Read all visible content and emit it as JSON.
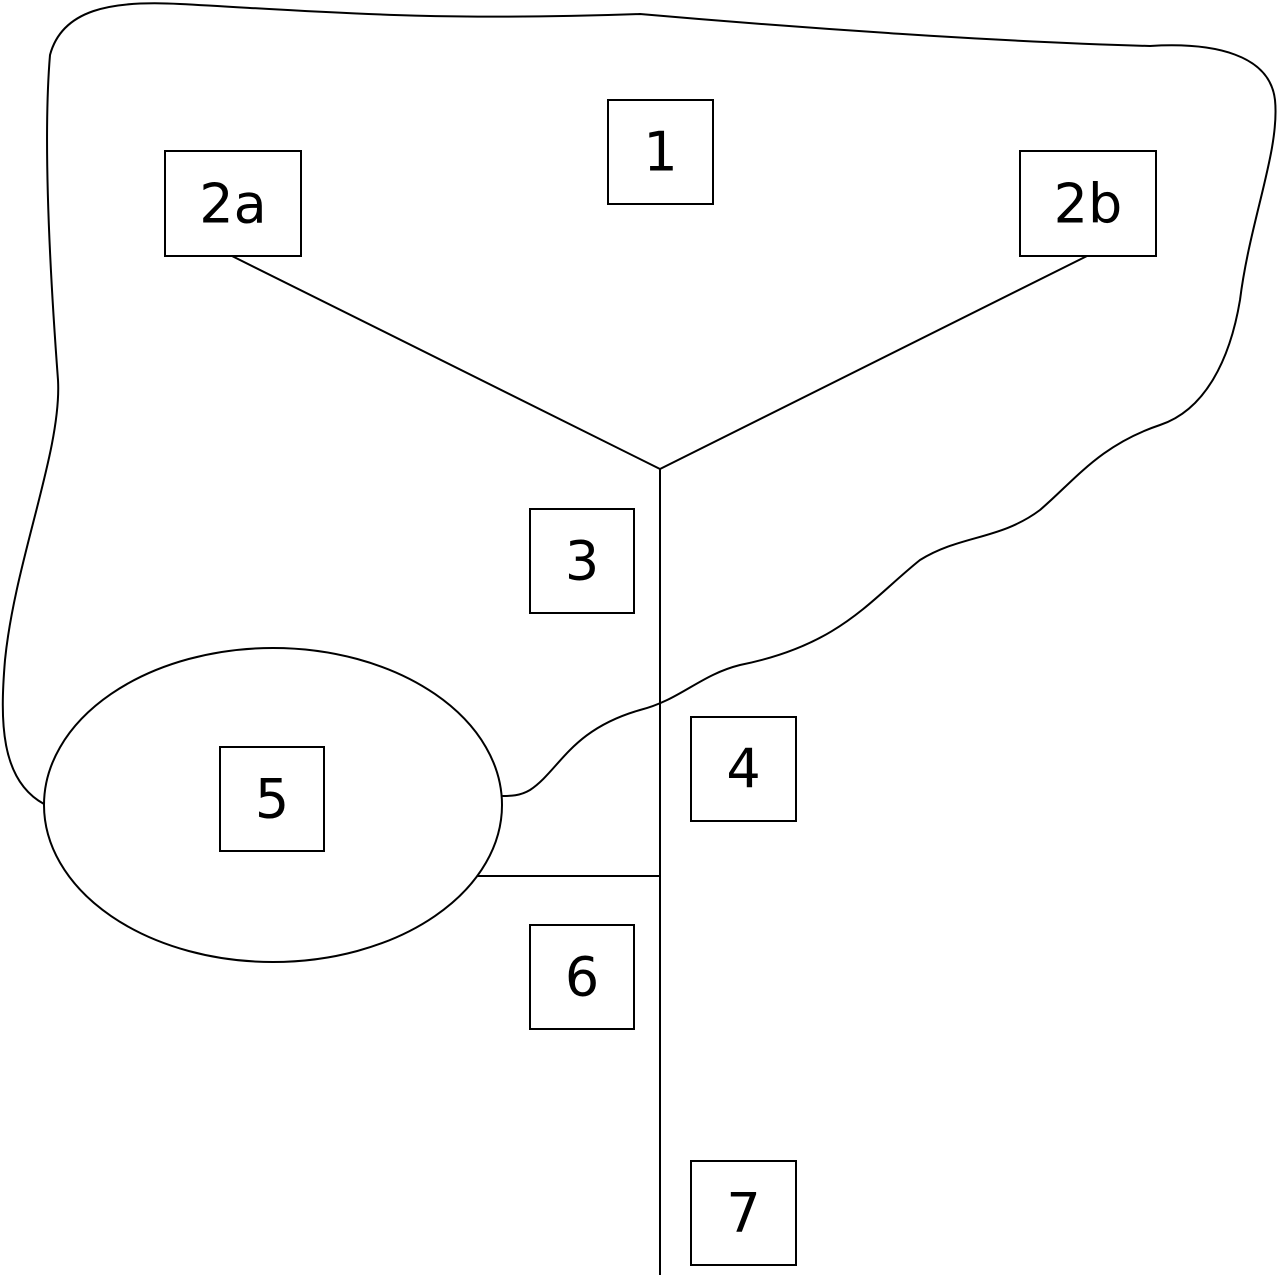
{
  "diagram": {
    "labels": {
      "region_1": "1",
      "region_2a": "2a",
      "region_2b": "2b",
      "region_3": "3",
      "region_4": "4",
      "region_5": "5",
      "region_6": "6",
      "region_7": "7"
    }
  }
}
